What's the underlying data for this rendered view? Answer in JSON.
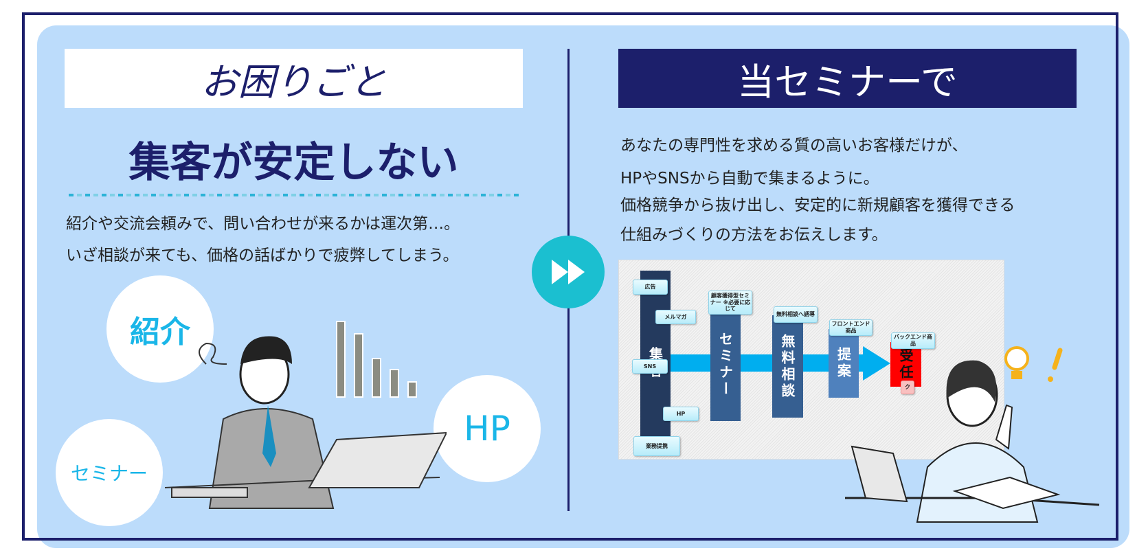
{
  "left": {
    "header": "お困りごと",
    "headline": "集客が安定しない",
    "body": [
      "紹介や交流会頼みで、問い合わせが来るかは運次第…。",
      "いざ相談が来ても、価格の話ばかりで疲弊してしまう。"
    ],
    "bubbles": [
      "紹介",
      "HP",
      "セミナー"
    ]
  },
  "right": {
    "header": "当セミナーで",
    "body": [
      "あなたの専門性を求める質の高いお客様だけが、",
      "HPやSNSから自動で集まるように。",
      "価格競争から抜け出し、安定的に新規顧客を獲得できる",
      "仕組みづくりの方法をお伝えします。"
    ],
    "diagram": {
      "columns": [
        "集客",
        "セミナー",
        "無料相談",
        "提案",
        "受任"
      ],
      "sources": [
        "広告",
        "メルマガ",
        "SNS",
        "HP",
        "業務提携"
      ],
      "stage_labels": [
        "顧客獲得型セミナー ※必要に応じて",
        "無料相談へ誘導",
        "フロントエンド商品",
        "バックエンド商品"
      ],
      "partial_label": "ク"
    }
  },
  "colors": {
    "navy": "#1c1f6b",
    "panel": "#bcdcfb",
    "accent": "#1bbfd0",
    "bubble_text": "#1ab6e8"
  }
}
